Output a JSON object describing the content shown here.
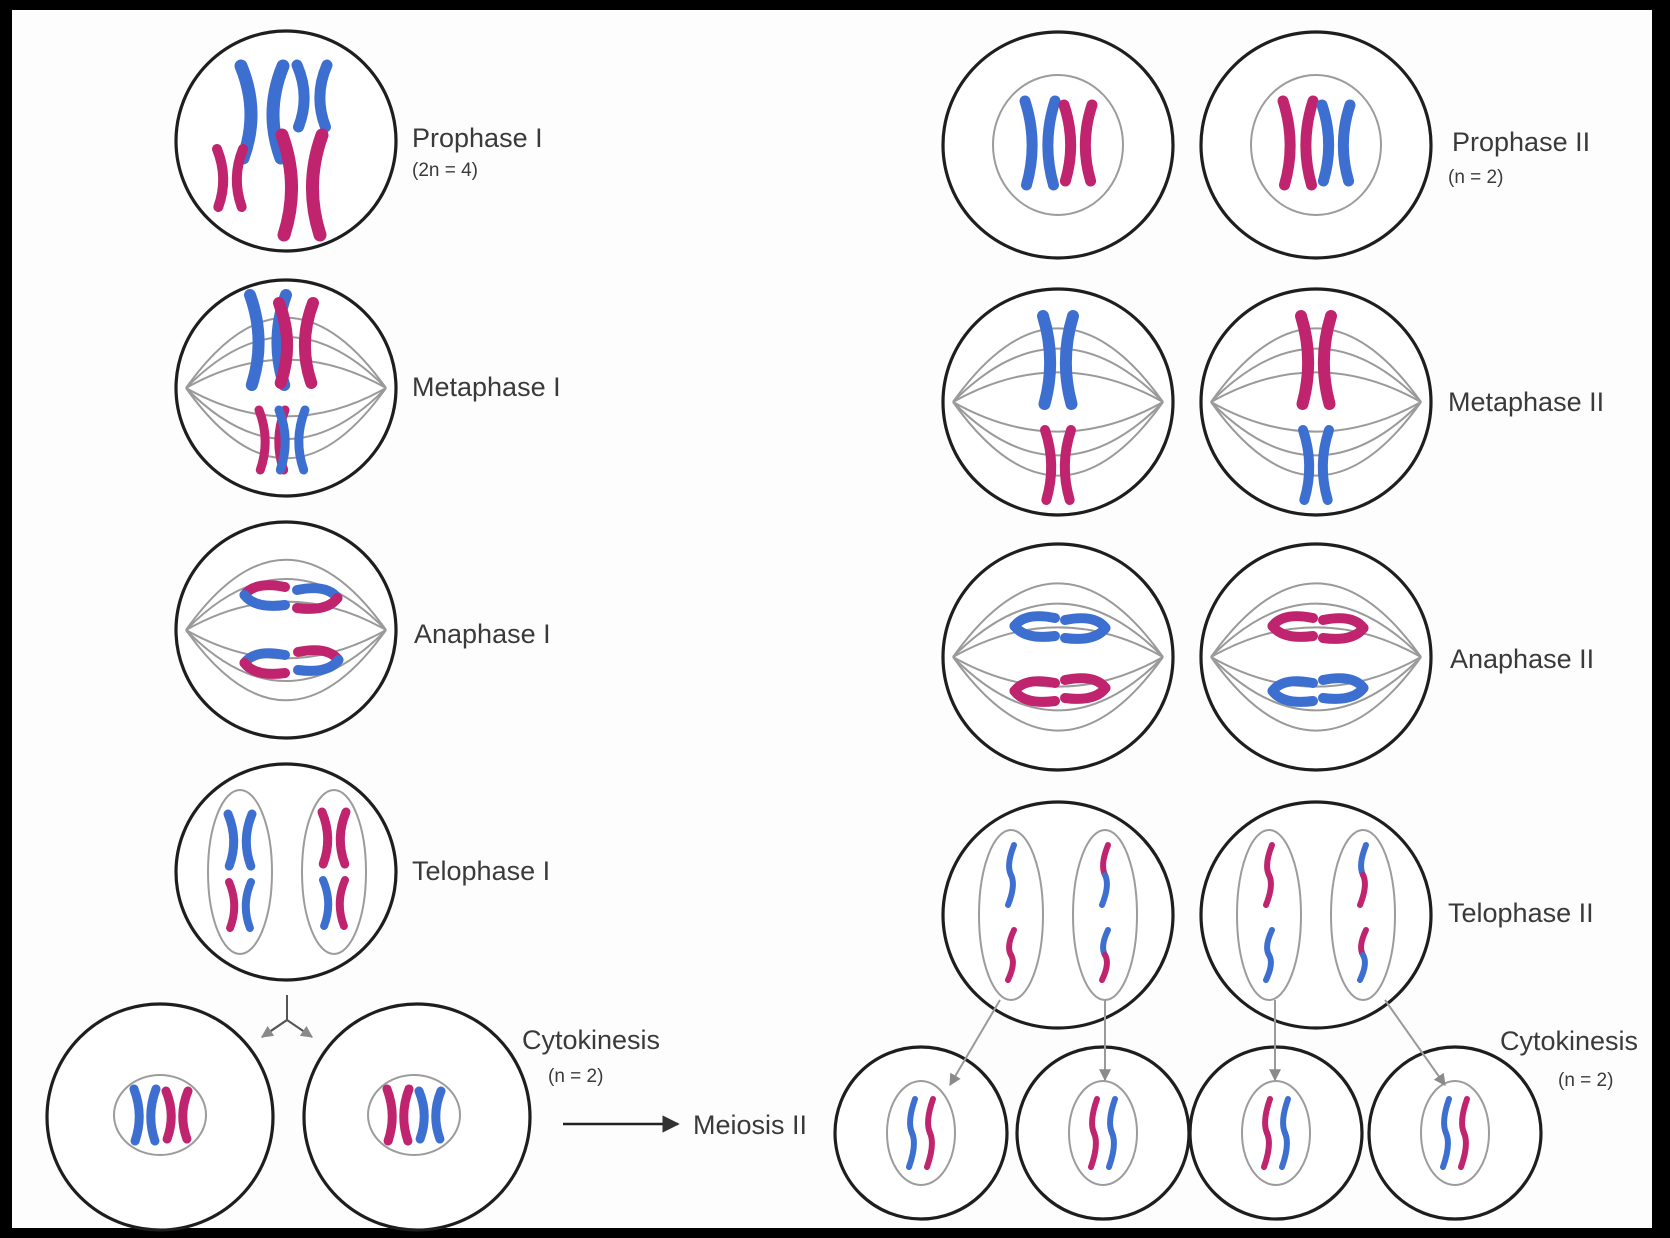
{
  "colors": {
    "background": "#000000",
    "panel": "#fdfdfd",
    "blue": "#3d6fd0",
    "magenta": "#c0246e",
    "cell_outline": "#1e1e1e",
    "spindle": "#9a9a9a",
    "text": "#3a3a3a"
  },
  "labels": {
    "prophase_1": "Prophase I",
    "prophase_1_sub": "(2n = 4)",
    "metaphase_1": "Metaphase I",
    "anaphase_1": "Anaphase I",
    "telophase_1": "Telophase I",
    "cytokinesis_1": "Cytokinesis",
    "cytokinesis_1_sub": "(n = 2)",
    "meiosis_2": "Meiosis II",
    "prophase_2": "Prophase II",
    "prophase_2_sub": "(n = 2)",
    "metaphase_2": "Metaphase II",
    "anaphase_2": "Anaphase II",
    "telophase_2": "Telophase II",
    "cytokinesis_2": "Cytokinesis",
    "cytokinesis_2_sub": "(n = 2)"
  }
}
